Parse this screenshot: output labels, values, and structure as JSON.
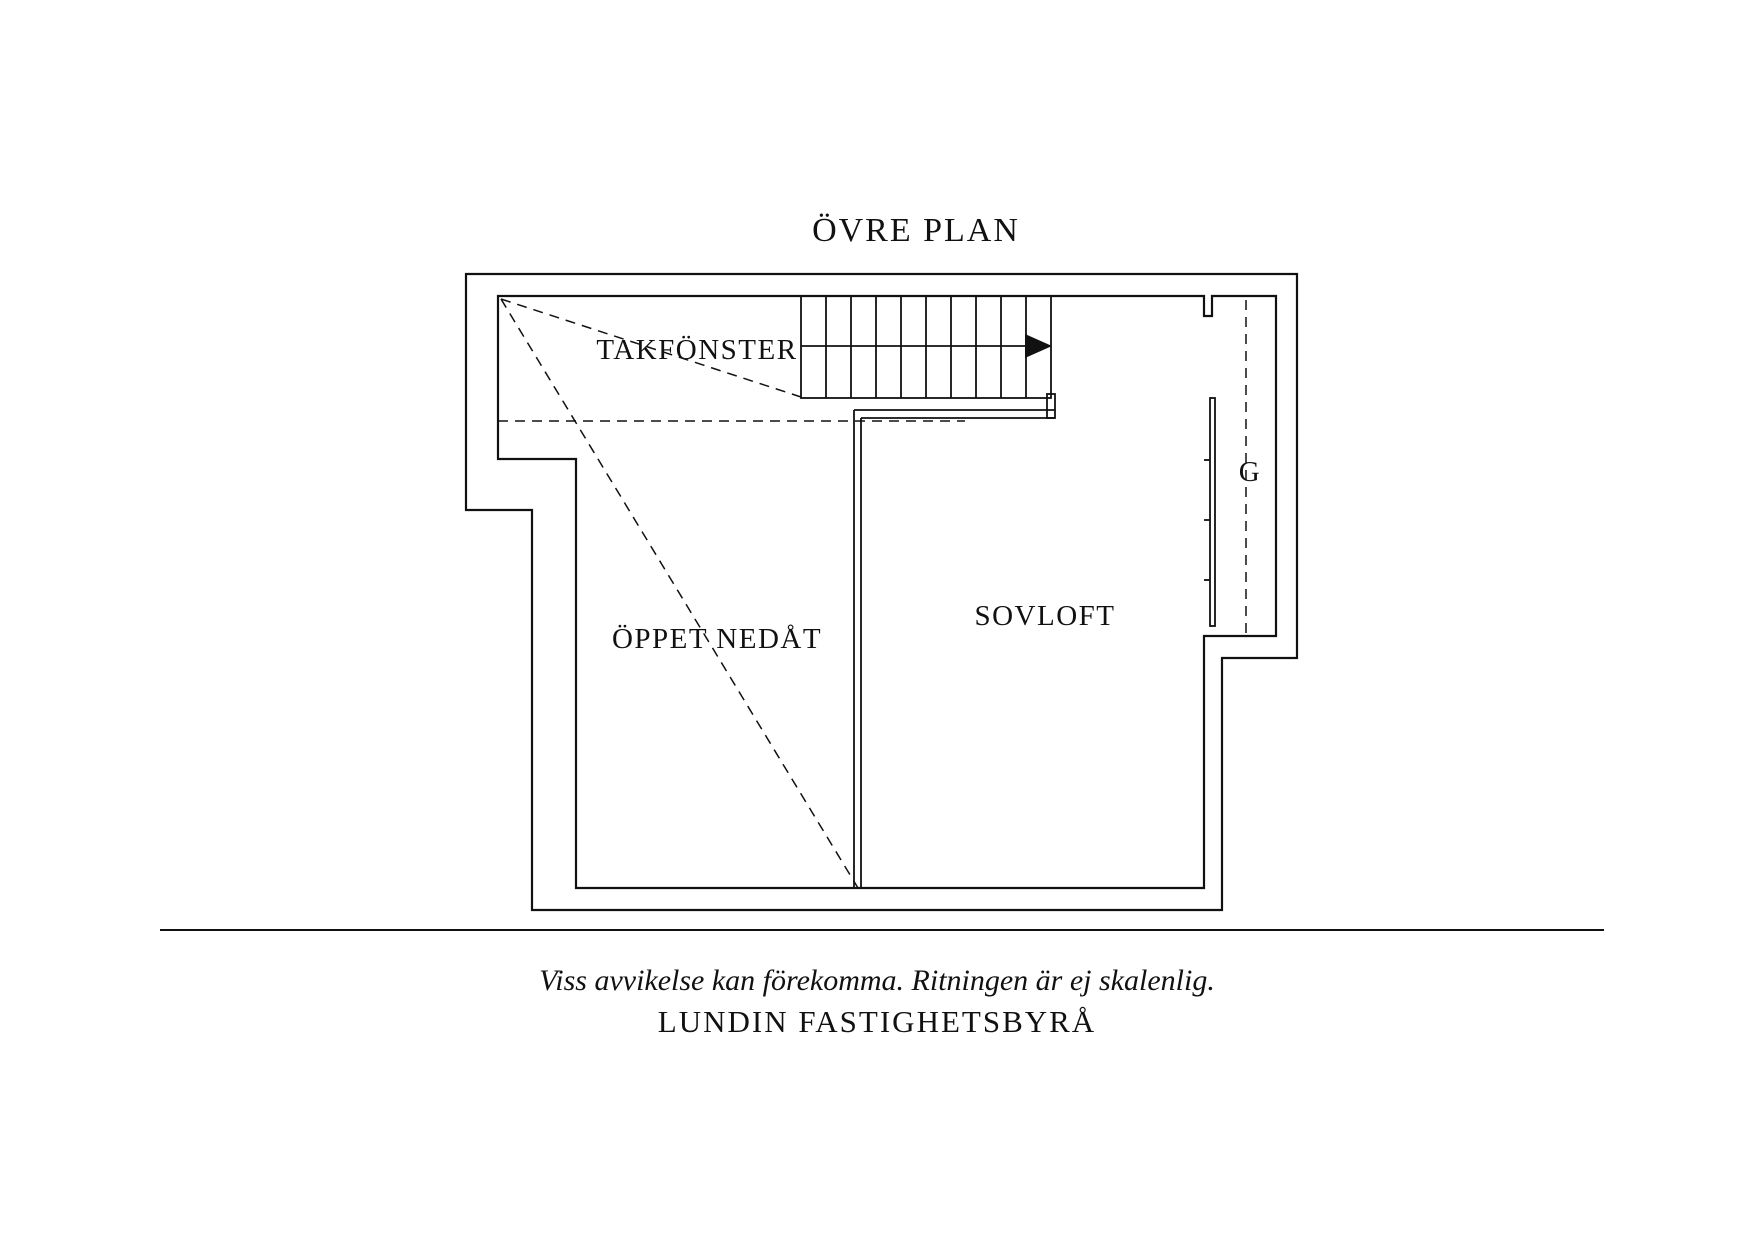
{
  "plan": {
    "title": "ÖVRE PLAN",
    "rooms": {
      "takfonster": "TAKFÖNSTER",
      "oppet_nedat": "ÖPPET NEDÅT",
      "sovloft": "SOVLOFT",
      "garderob": "G"
    }
  },
  "footer": {
    "disclaimer": "Viss avvikelse kan förekomma. Ritningen är ej skalenlig.",
    "company": "LUNDIN FASTIGHETSBYRÅ"
  },
  "colors": {
    "line": "#111111",
    "background": "#ffffff"
  }
}
